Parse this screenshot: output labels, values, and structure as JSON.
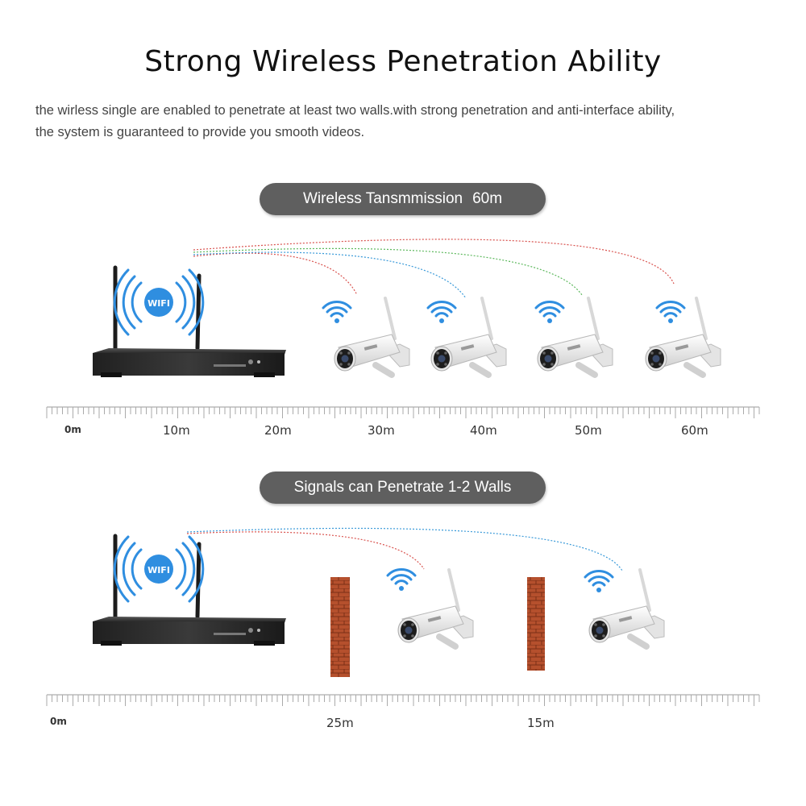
{
  "title": "Strong Wireless Penetration Ability",
  "description_line1": "the wirless single are enabled to penetrate at least two walls.with strong penetration and anti-interface ability,",
  "description_line2": "the system is guaranteed to provide you smooth videos.",
  "section1": {
    "banner_label": "Wireless Tansmmission",
    "banner_distance": "60m",
    "router_badge": "WIFI",
    "ruler_labels": [
      "0m",
      "10m",
      "20m",
      "30m",
      "40m",
      "50m",
      "60m"
    ],
    "camera_count": 4
  },
  "section2": {
    "banner_label": "Signals can Penetrate 1-2 Walls",
    "router_badge": "WIFI",
    "ruler_labels": [
      "0m",
      "25m",
      "15m"
    ],
    "camera_count": 2,
    "wall_count": 2
  },
  "colors": {
    "banner_bg": "#5f5f5f",
    "wifi_blue": "#2f8ee0",
    "signal_red": "#d9534f",
    "signal_green": "#5cb85c",
    "signal_blue": "#3a9ad9",
    "brick": "#b5502d"
  }
}
